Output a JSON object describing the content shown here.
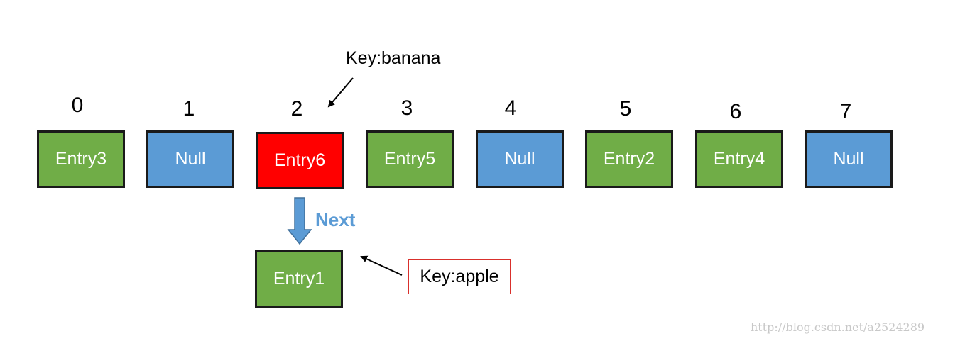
{
  "buckets": [
    {
      "index": "0",
      "label": "Entry3",
      "color": "#70ad47"
    },
    {
      "index": "1",
      "label": "Null",
      "color": "#5b9bd5"
    },
    {
      "index": "2",
      "label": "Entry6",
      "color": "#ff0000"
    },
    {
      "index": "3",
      "label": "Entry5",
      "color": "#70ad47"
    },
    {
      "index": "4",
      "label": "Null",
      "color": "#5b9bd5"
    },
    {
      "index": "5",
      "label": "Entry2",
      "color": "#70ad47"
    },
    {
      "index": "6",
      "label": "Entry4",
      "color": "#70ad47"
    },
    {
      "index": "7",
      "label": "Null",
      "color": "#5b9bd5"
    }
  ],
  "chain_entry": {
    "label": "Entry1",
    "color": "#70ad47"
  },
  "next_label": "Next",
  "next_color": "#5b9bd5",
  "key_banana": "Key:banana",
  "key_apple": "Key:apple",
  "watermark": "http://blog.csdn.net/a2524289"
}
